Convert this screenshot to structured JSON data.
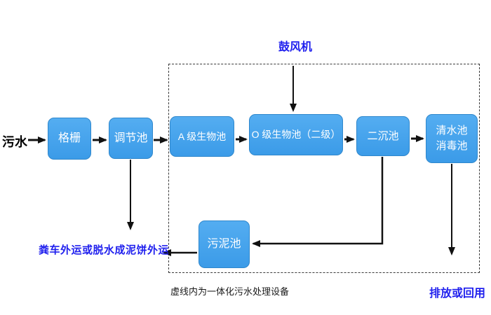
{
  "labels": {
    "influent": "污水",
    "blower": "鼓风机",
    "sludge_disposal": "粪车外运或脱水成泥饼外运",
    "dashed_box_caption": "虚线内为一体化污水处理设备",
    "discharge": "排放或回用"
  },
  "nodes": {
    "grille": "格栅",
    "regulating_tank": "调节池",
    "a_bio_tank": "A 级生物池",
    "o_bio_tank": "O 级生物池（二级）",
    "secondary_clarifier": "二沉池",
    "clearwater_line1": "清水池",
    "clearwater_line2": "消毒池",
    "sludge_tank": "污泥池"
  },
  "colors": {
    "node_fill_top": "#54ADF1",
    "node_fill_bottom": "#3B9BE8",
    "node_border": "#2F87CC",
    "node_text": "#FFFFFF",
    "annotation_blue": "#1F1FEE",
    "arrow": "#111111"
  }
}
